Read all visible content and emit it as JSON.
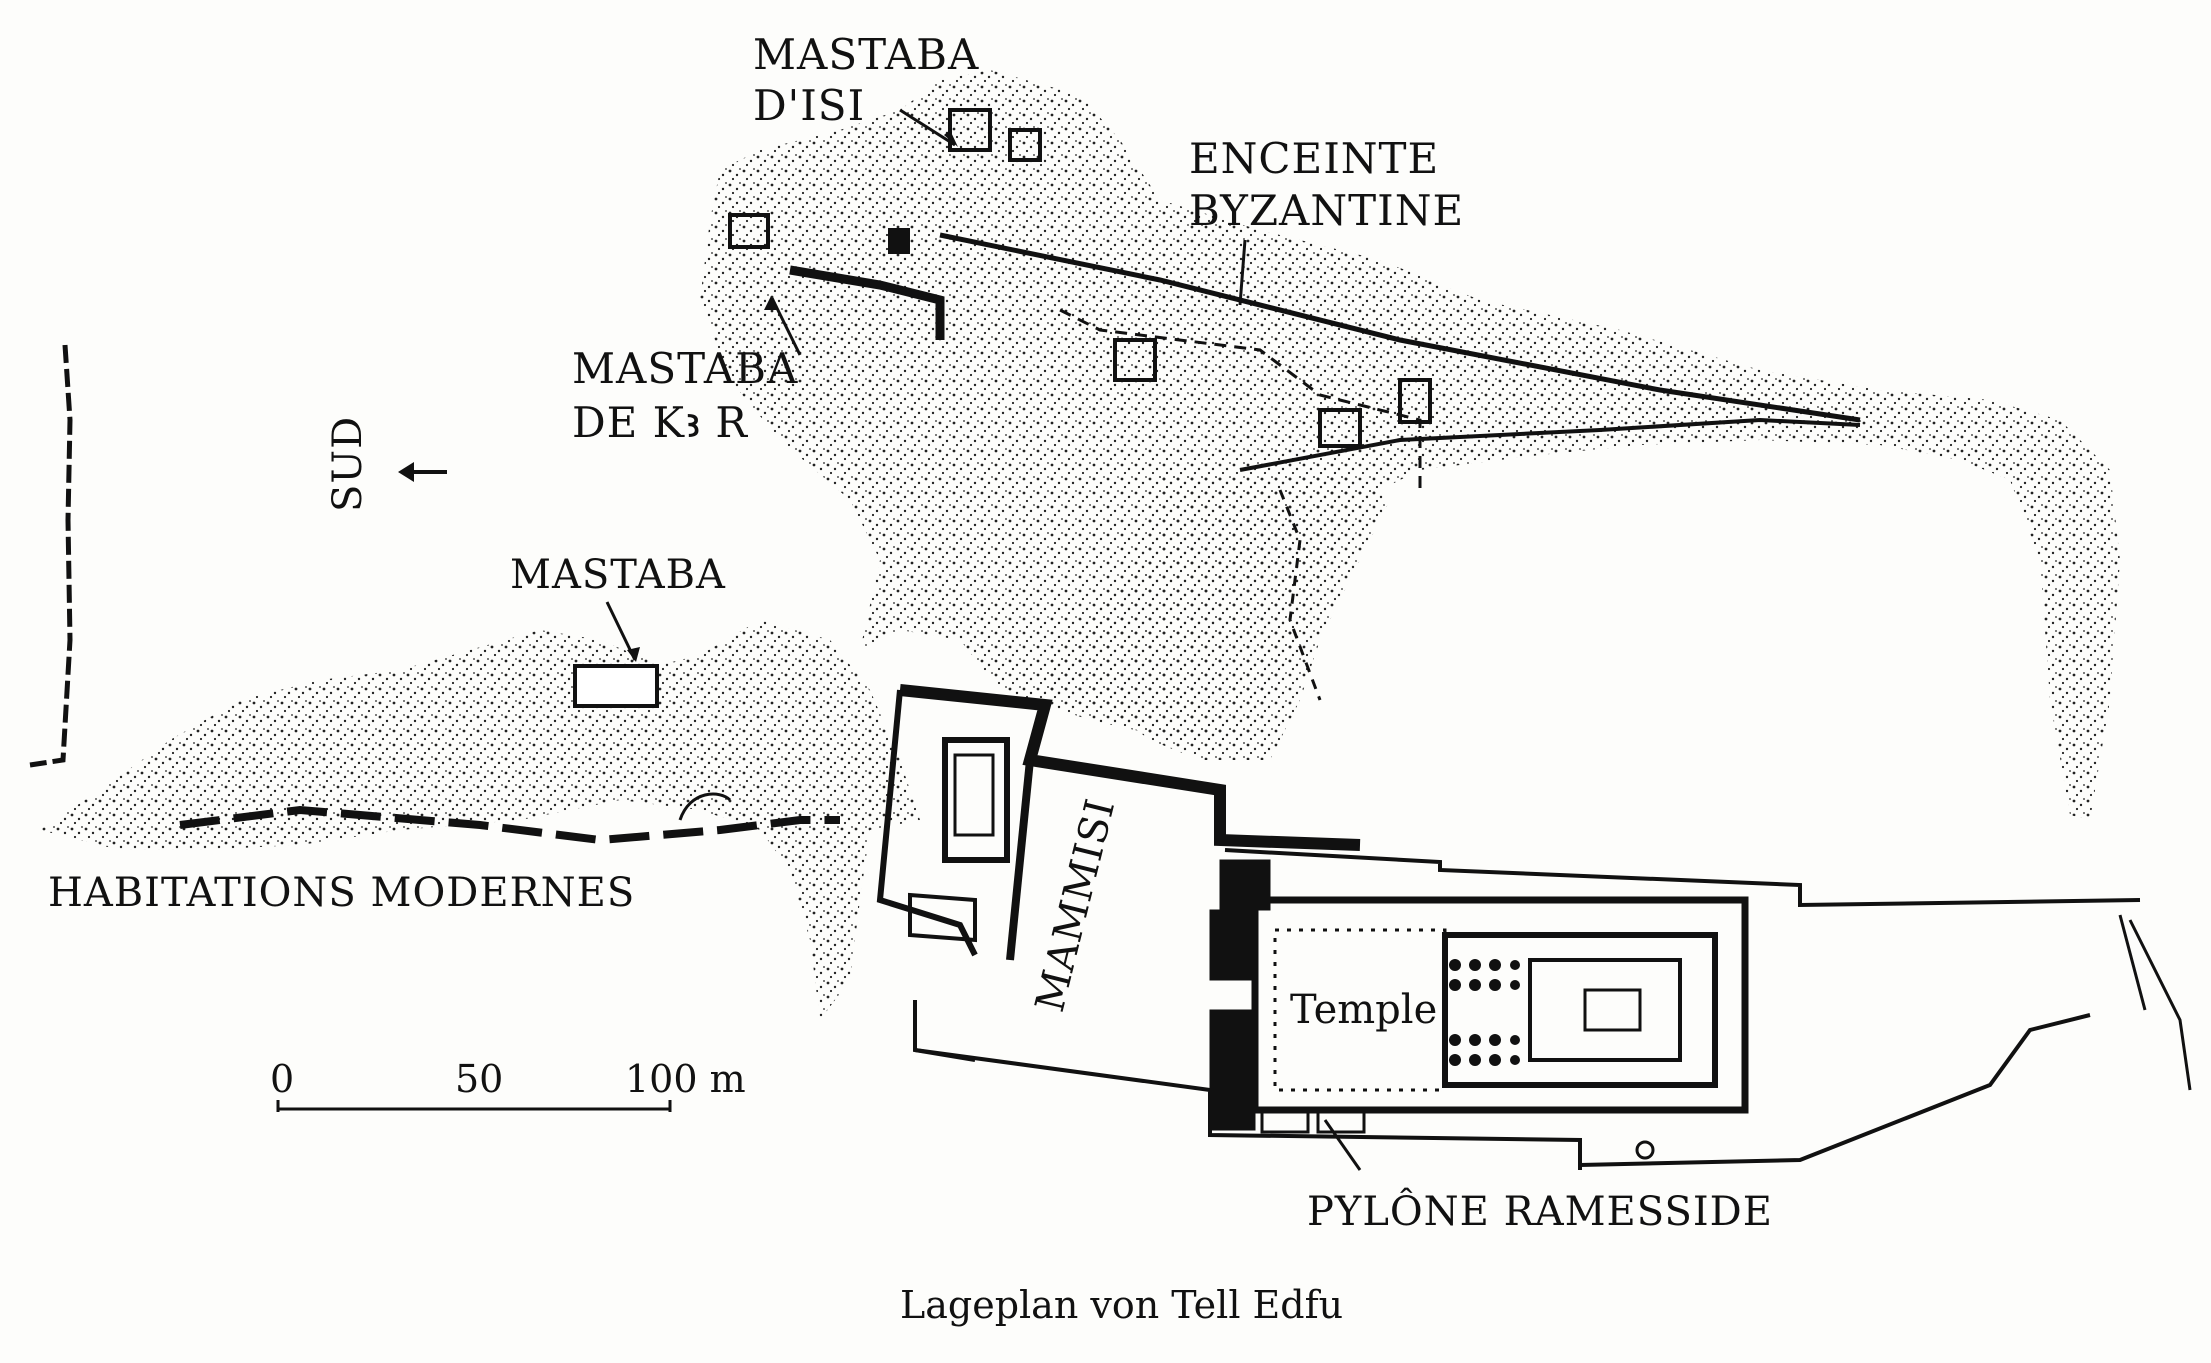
{
  "labels": {
    "mastaba_disi_1": "MASTABA",
    "mastaba_disi_2": "D'ISI",
    "enceinte_1": "ENCEINTE",
    "enceinte_2": "BYZANTINE",
    "mastaba_kar_1": "MASTABA",
    "mastaba_kar_2": "DE Kꜣ R",
    "sud": "SUD",
    "mastaba": "MASTABA",
    "habitations": "HABITATIONS MODERNES",
    "mammisi": "MAMMISI",
    "temple": "Temple",
    "pylone": "PYLÔNE RAMESSIDE"
  },
  "scale": {
    "tick_0": "0",
    "tick_50": "50",
    "tick_100": "100 m"
  },
  "caption": "Lageplan von Tell Edfu",
  "colors": {
    "ink": "#111111",
    "paper": "#fdfdfb"
  }
}
